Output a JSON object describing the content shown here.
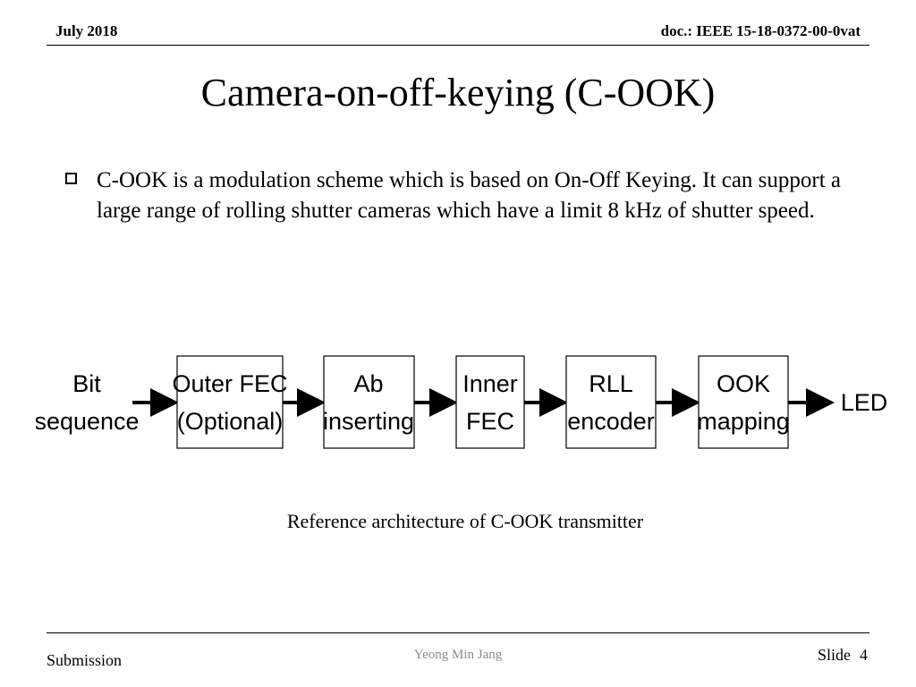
{
  "header": {
    "date": "July 2018",
    "doc_id": "doc.: IEEE 15-18-0372-00-0vat"
  },
  "title": "Camera-on-off-keying (C-OOK)",
  "bullet": {
    "text": "C-OOK is a modulation scheme which is based on On-Off Keying. It can support a large range of rolling shutter cameras which have a limit 8 kHz of shutter speed."
  },
  "diagram": {
    "input": {
      "line1": "Bit",
      "line2": "sequence"
    },
    "blocks": [
      {
        "line1": "Outer FEC",
        "line2": "(Optional)"
      },
      {
        "line1": "Ab",
        "line2": "inserting"
      },
      {
        "line1": "Inner",
        "line2": "FEC"
      },
      {
        "line1": "RLL",
        "line2": "encoder"
      },
      {
        "line1": "OOK",
        "line2": "mapping"
      }
    ],
    "output": "LED"
  },
  "caption": "Reference architecture of C-OOK transmitter",
  "footer": {
    "left": "Submission",
    "center": "Yeong Min Jang",
    "slide_label": "Slide",
    "slide_number": "4"
  }
}
